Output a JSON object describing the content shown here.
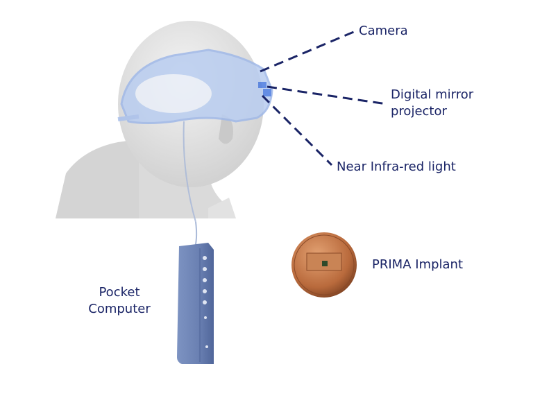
{
  "labels": {
    "camera": "Camera",
    "projector_line1": "Digital mirror",
    "projector_line2": "projector",
    "nir": "Near Infra-red light",
    "pocket_line1": "Pocket",
    "pocket_line2": "Computer",
    "implant": "PRIMA Implant"
  },
  "colors": {
    "label_text": "#1a2466",
    "leader_lines": "#1a2466",
    "goggles": "#9fb8e8",
    "device": "#6f86b8",
    "coin": "#b86a3c"
  }
}
